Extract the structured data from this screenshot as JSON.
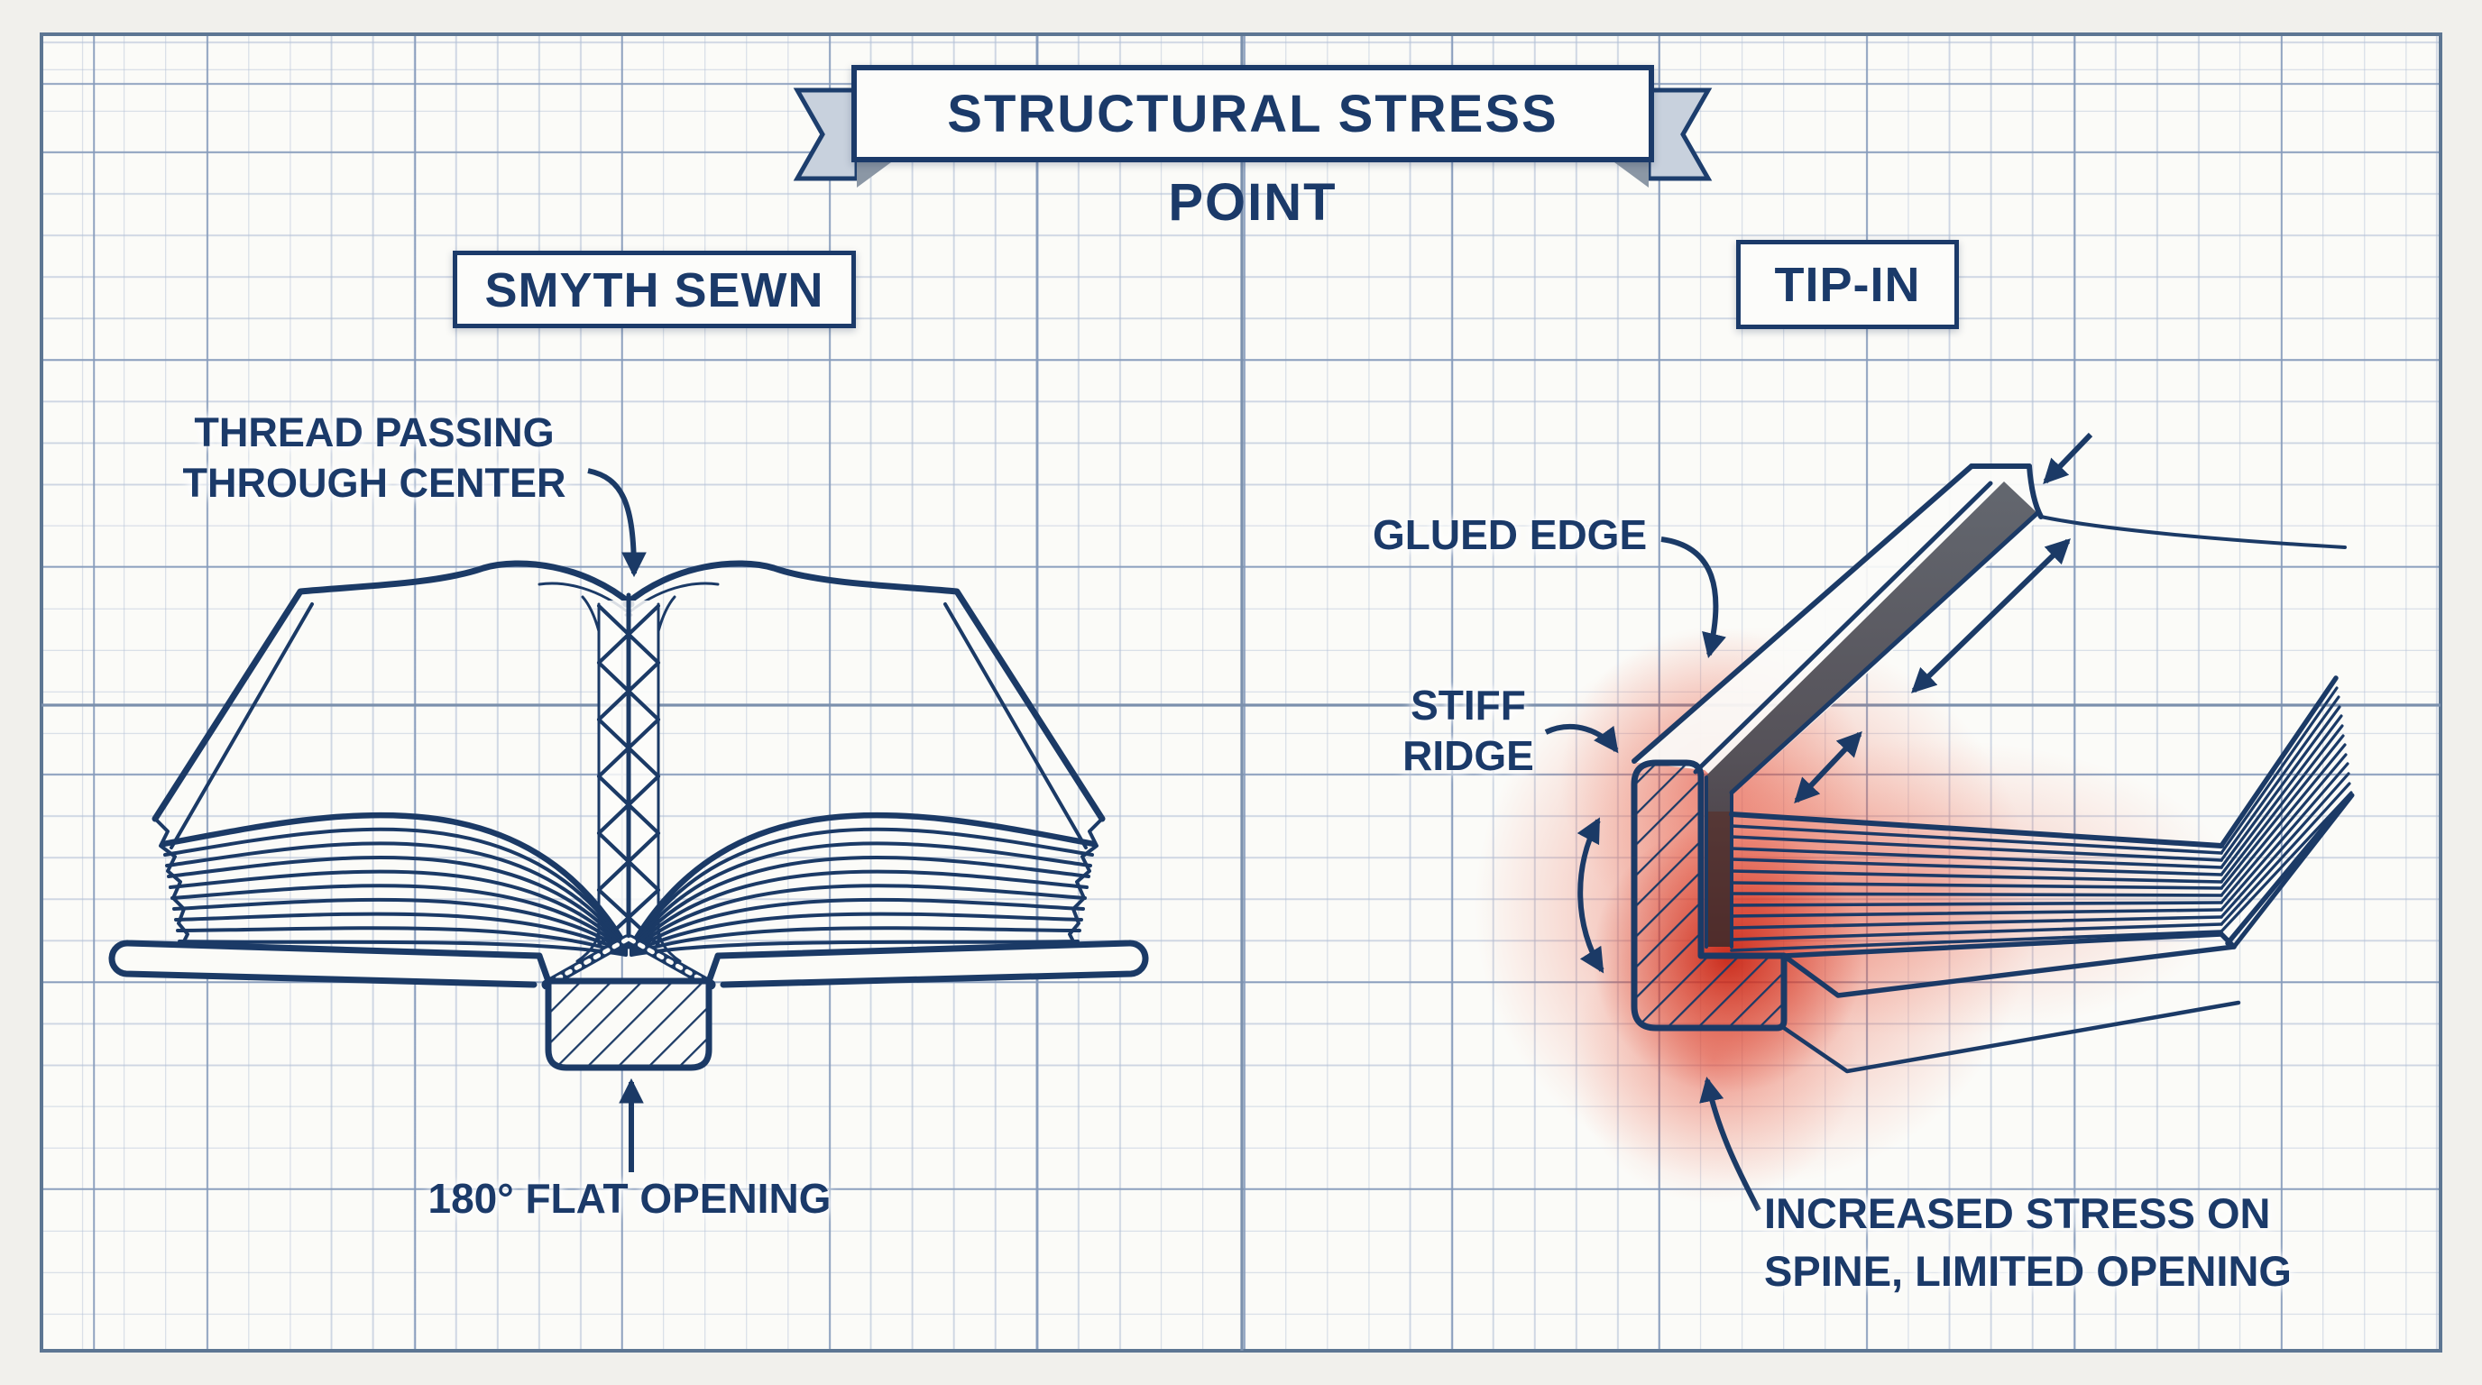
{
  "banner": {
    "title": "STRUCTURAL STRESS POINT"
  },
  "panels": {
    "left": {
      "heading": "SMYTH SEWN",
      "thread_label_line1": "THREAD PASSING",
      "thread_label_line2": "THROUGH CENTER",
      "flat_opening_label": "180° FLAT OPENING"
    },
    "right": {
      "heading": "TIP-IN",
      "glued_edge_label": "GLUED EDGE",
      "stiff_ridge_line1": "STIFF",
      "stiff_ridge_line2": "RIDGE",
      "stress_line1": "INCREASED STRESS ON",
      "stress_line2": "SPINE, LIMITED OPENING"
    }
  },
  "colors": {
    "ink_navy": "#1b3a66",
    "grid_minor": "#b0bed5",
    "grid_major": "#869bbb",
    "paper": "#fbfbf8",
    "ribbon_fill": "#c8d1dd",
    "ribbon_fold": "#8b97a5",
    "stress_red": "#df3926",
    "glued_strip_gray": "#5f636b"
  }
}
